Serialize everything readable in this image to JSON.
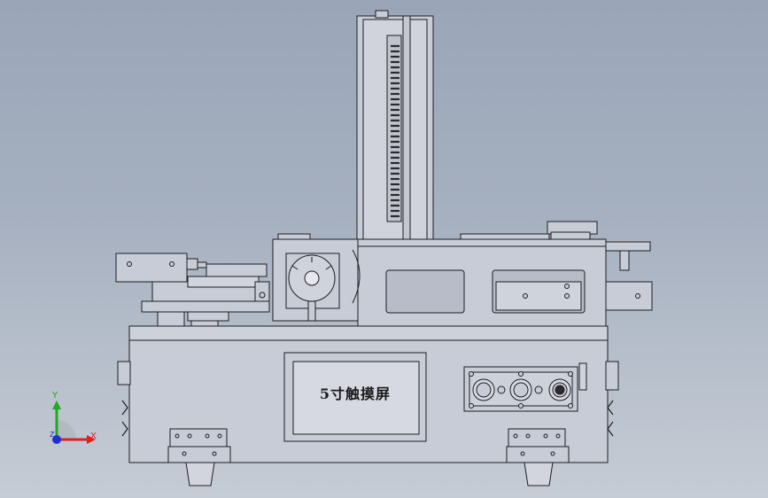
{
  "model": {
    "screen_label": "5寸触摸屏"
  },
  "triad": {
    "x_label": "X",
    "y_label": "Y",
    "z_label": "Z",
    "x_color": "#e02020",
    "y_color": "#1faa1f",
    "z_color": "#2030d0"
  },
  "colors": {
    "background_top": "#9aa6b8",
    "background_bottom": "#c6ccd5",
    "part_fill": "#c8ccd6",
    "edge": "#1e1e22"
  }
}
